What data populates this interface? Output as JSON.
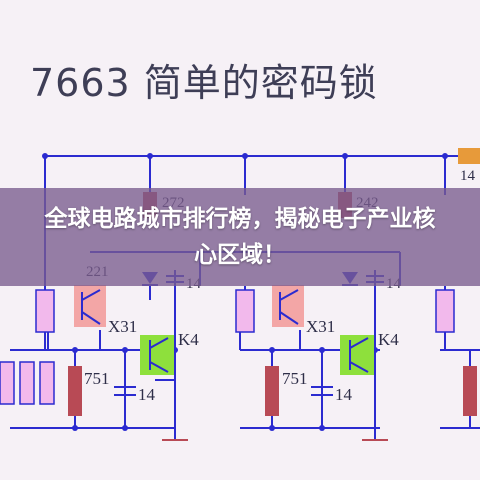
{
  "title": "7663  简单的密码锁",
  "banner": {
    "text": "全球电路城市排行榜，揭秘电子产业核心区域！"
  },
  "components": {
    "r272": "272",
    "r242": "242",
    "cap221": "221",
    "cap14_top": "14",
    "cap14_top2": "14",
    "cap14_right": "14",
    "x31_a": "X31",
    "x31_b": "X31",
    "k4_a": "K4",
    "k4_b": "K4",
    "r751_a": "751",
    "r751_b": "751",
    "c14_a": "14",
    "c14_b": "14"
  },
  "colors": {
    "wire": "#2b2bd0",
    "resistor": "#b84a55",
    "pink_transistor": "#f3a6a6",
    "green_transistor": "#8ee03c",
    "switch_fill": "#f2b9ec",
    "banner": "#7a5c8e",
    "top_resistor": "#e79a3a"
  }
}
